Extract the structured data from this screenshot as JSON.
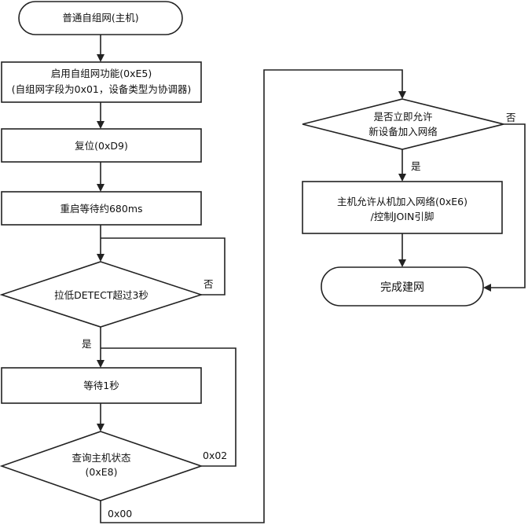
{
  "nodes": {
    "start": "普通自组网(主机)",
    "enable_1": "启用自组网功能(0xE5)",
    "enable_2": "(自组网字段为0x01，设备类型为协调器)",
    "reset": "复位(0xD9)",
    "restart": "重启等待约680ms",
    "detect": "拉低DETECT超过3秒",
    "wait": "等待1秒",
    "query_1": "查询主机状态",
    "query_2": "(0xE8)",
    "allow_q1": "是否立即允许",
    "allow_q2": "新设备加入网络",
    "allow_1": "主机允许从机加入网络(0xE6)",
    "allow_2": "/控制JOIN引脚",
    "done": "完成建网"
  },
  "labels": {
    "detect_no": "否",
    "detect_yes": "是",
    "query_0x02": "0x02",
    "query_0x00": "0x00",
    "allow_yes": "是",
    "allow_no": "否"
  }
}
